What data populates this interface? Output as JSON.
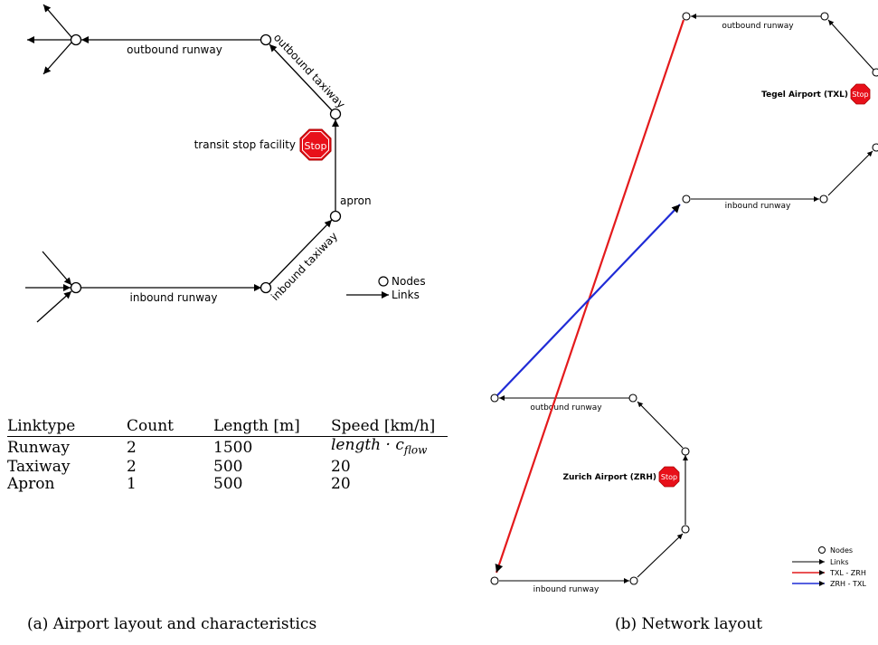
{
  "layout_a": {
    "labels": {
      "outbound_runway": "outbound runway",
      "outbound_taxiway": "outbound taxiway",
      "transit_stop": "transit stop facility",
      "stop_sign": "Stop",
      "apron": "apron",
      "inbound_taxiway": "inbound taxiway",
      "inbound_runway": "inbound runway"
    },
    "legend": {
      "nodes": "Nodes",
      "links": "Links"
    }
  },
  "table": {
    "headers": [
      "Linktype",
      "Count",
      "Length [m]",
      "Speed [km/h]"
    ],
    "rows": [
      [
        "Runway",
        "2",
        "1500",
        "length · c_flow"
      ],
      [
        "Taxiway",
        "2",
        "500",
        "20"
      ],
      [
        "Apron",
        "1",
        "500",
        "20"
      ]
    ]
  },
  "layout_b": {
    "tegel": {
      "name": "Tegel Airport (TXL)",
      "stop_sign": "Stop",
      "outbound_runway": "outbound runway",
      "inbound_runway": "inbound runway"
    },
    "zurich": {
      "name": "Zurich Airport (ZRH)",
      "stop_sign": "Stop",
      "outbound_runway": "outbound runway",
      "inbound_runway": "inbound runway"
    },
    "legend": {
      "nodes": "Nodes",
      "links": "Links",
      "txl_zrh": "TXL - ZRH",
      "zrh_txl": "ZRH - TXL"
    },
    "colors": {
      "txl_zrh": "#e41a1c",
      "zrh_txl": "#1f2bd6",
      "stop": "#e8101a"
    }
  },
  "captions": {
    "a": "(a) Airport layout and characteristics",
    "b": "(b) Network layout"
  }
}
